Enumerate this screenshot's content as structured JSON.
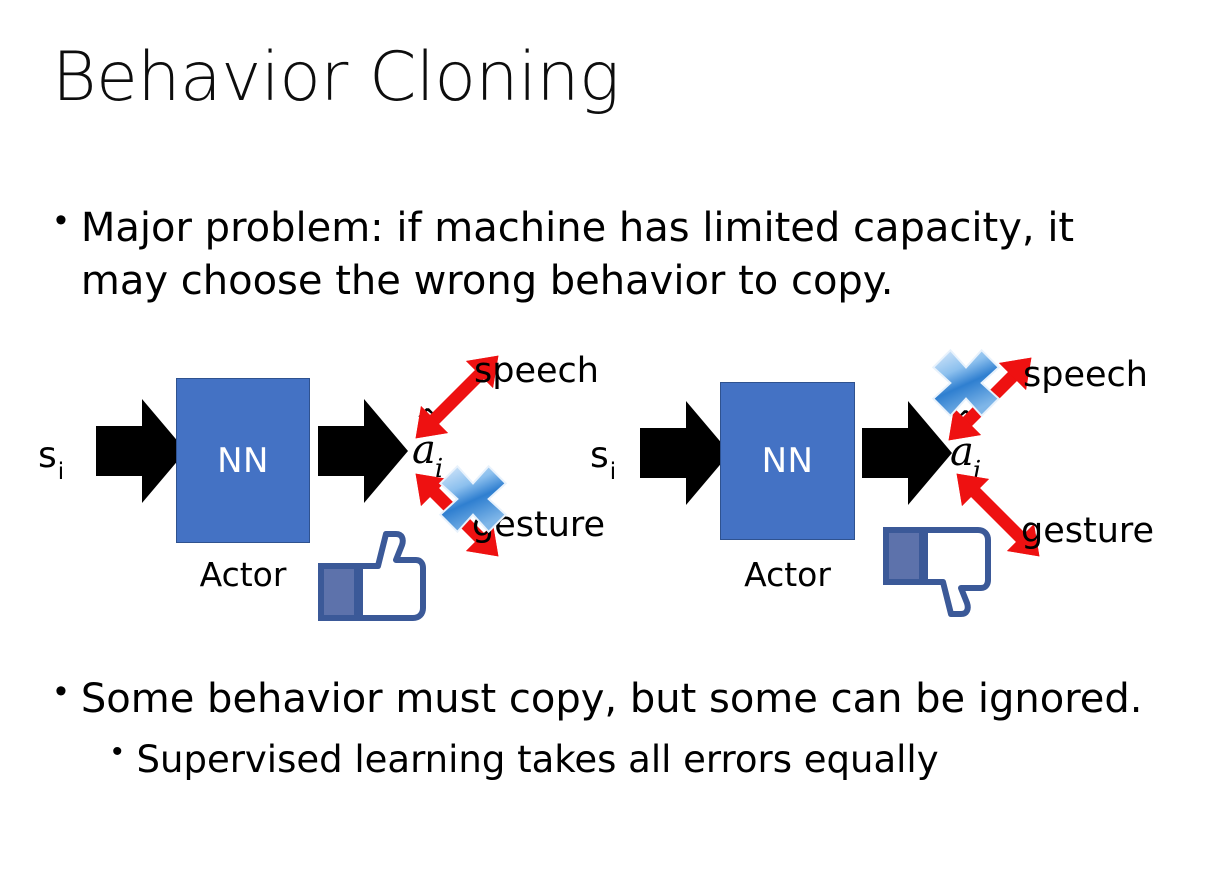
{
  "slide": {
    "title": "Behavior Cloning",
    "background_color": "#FFFFFF",
    "bullets": [
      {
        "level": 1,
        "marker": "•",
        "text": "Major problem: if machine has limited capacity, it may choose the wrong behavior to copy."
      },
      {
        "level": 1,
        "marker": "•",
        "text": "Some behavior must copy, but some can be ignored."
      },
      {
        "level": 2,
        "marker": "•",
        "text": "Supervised learning takes all errors equally"
      }
    ]
  },
  "colors": {
    "nn_box_fill": "#4472C4",
    "nn_box_border": "#2F528F",
    "nn_box_text": "#FFFFFF",
    "arrow_black": "#000000",
    "arrow_red": "#EE1111",
    "cross_blue": "#3E8EDE",
    "thumb_outline": "#3B5998",
    "thumb_fill": "#FFFFFF",
    "text_black": "#000000"
  },
  "diagrams": [
    {
      "id": "left",
      "input_label": {
        "base": "s",
        "sub": "i"
      },
      "box_label": "NN",
      "box_caption": "Actor",
      "output_label": {
        "base": "a",
        "sub": "i",
        "accent": "hat"
      },
      "branches": [
        {
          "name": "speech",
          "label": "speech",
          "crossed": false
        },
        {
          "name": "gesture",
          "label": "gesture",
          "crossed": true
        }
      ],
      "feedback_icon": "thumbs-up"
    },
    {
      "id": "right",
      "input_label": {
        "base": "s",
        "sub": "i"
      },
      "box_label": "NN",
      "box_caption": "Actor",
      "output_label": {
        "base": "a",
        "sub": "i",
        "accent": "hat"
      },
      "branches": [
        {
          "name": "speech",
          "label": "speech",
          "crossed": true
        },
        {
          "name": "gesture",
          "label": "gesture",
          "crossed": false
        }
      ],
      "feedback_icon": "thumbs-down"
    }
  ]
}
